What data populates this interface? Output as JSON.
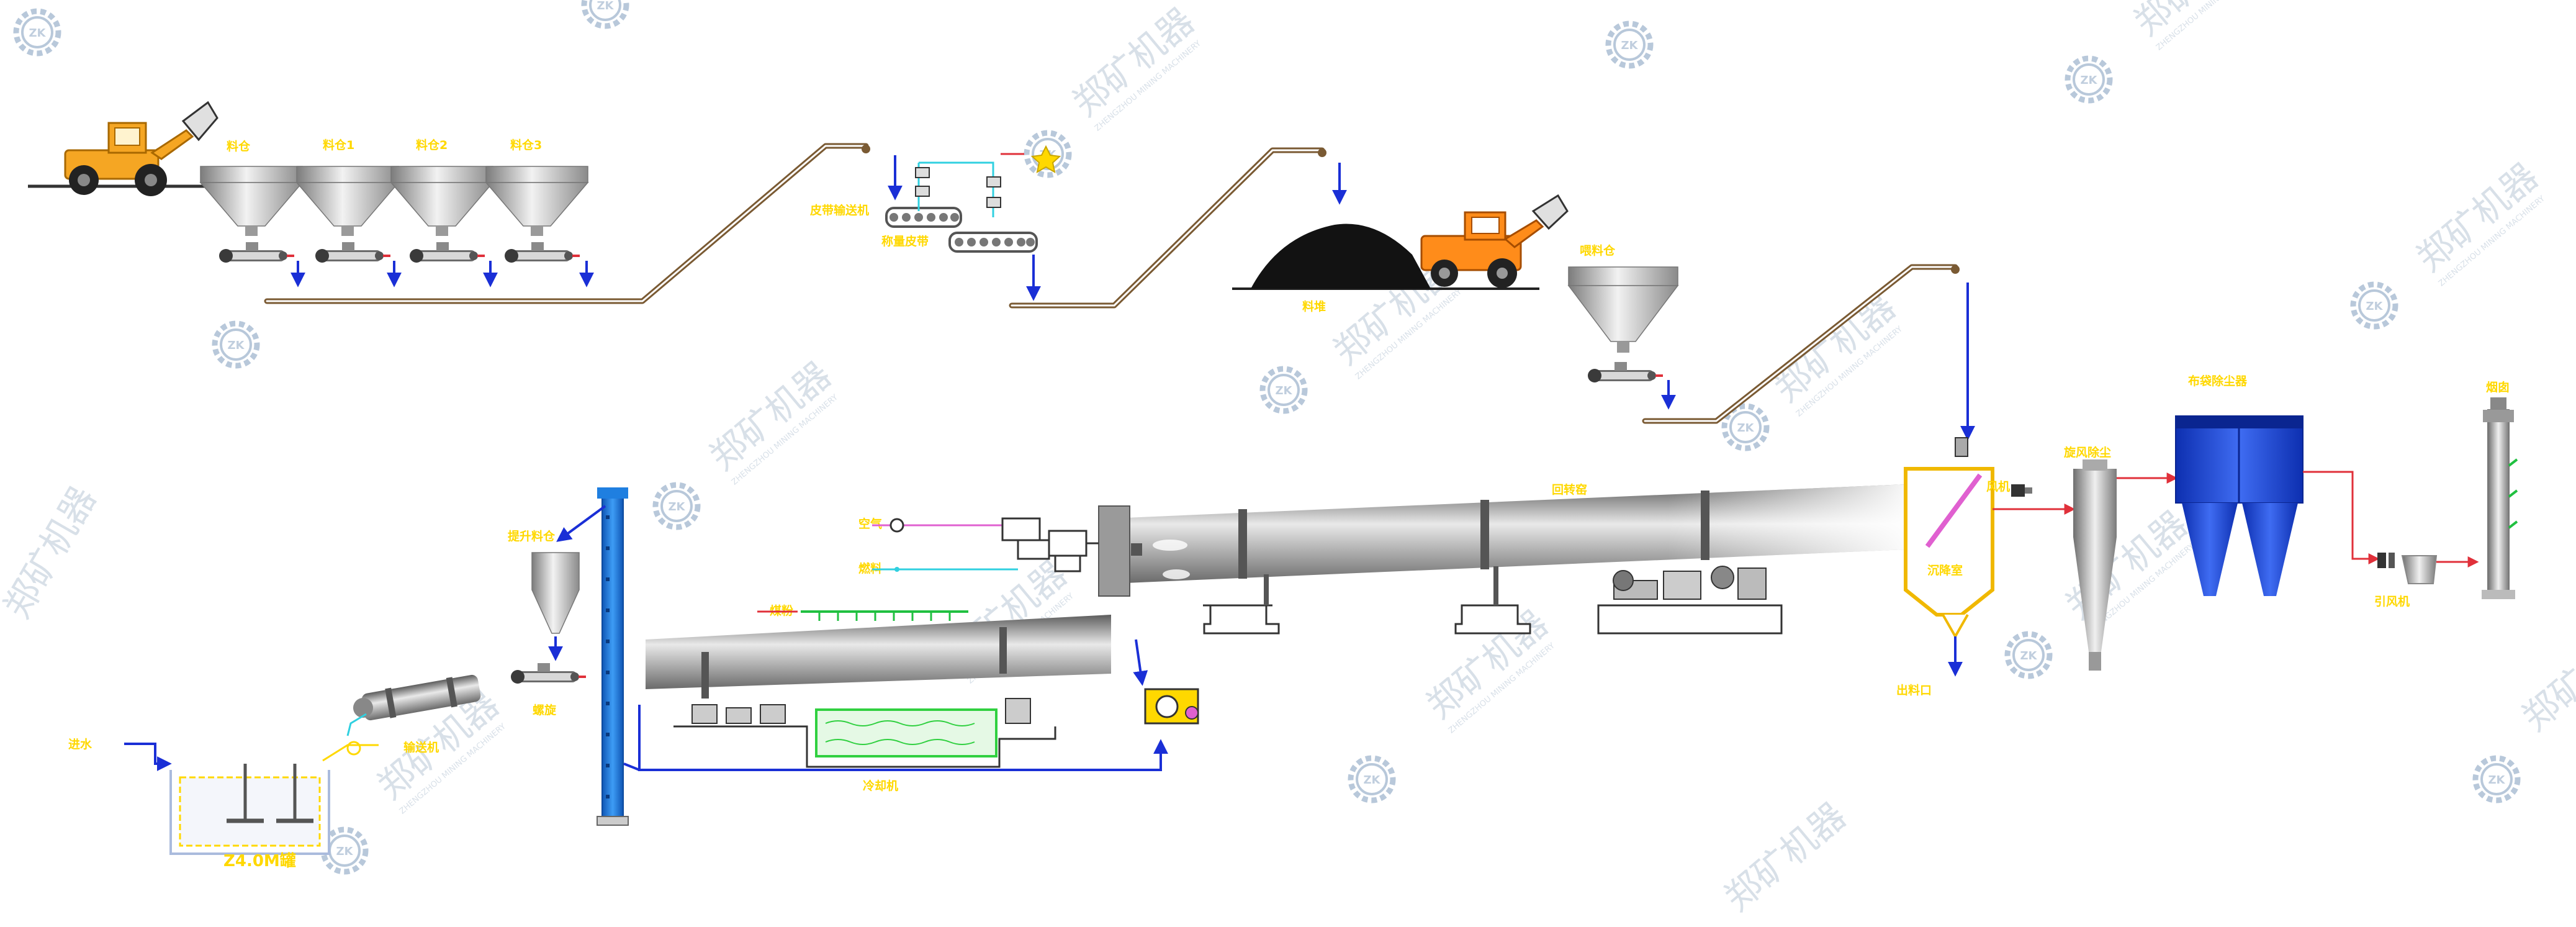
{
  "colors": {
    "label": "#ffd800",
    "flow_blue": "#1a2fd6",
    "gas_red": "#e0303a",
    "water_green": "#20c040",
    "belt_brown": "#7a5a33",
    "elevator_blue": "#1f7fe0",
    "loader_orange": "#f5a623",
    "truck_orange": "#ff8c1a",
    "chamber_gold": "#f0b800",
    "cooler_green": "#30d040",
    "collector_blue": "#1540d8"
  },
  "labels": {
    "hopper_0": "料仓",
    "hopper_1": "料仓1",
    "hopper_2": "料仓2",
    "hopper_3": "料仓3",
    "belt_1": "皮带输送机",
    "weigh_belt": "称量皮带",
    "pile": "料堆",
    "feed_hopper": "喂料仓",
    "rotary_kiln": "回转窑",
    "dust_chamber": "沉降室",
    "chamber_out": "出料口",
    "cyclone": "旋风除尘",
    "bag_filter": "布袋除尘器",
    "fan": "风机",
    "exhaust_fan": "引风机",
    "chimney": "烟囱",
    "air": "空气",
    "fuel": "燃料",
    "coal": "煤粉",
    "cooler": "冷却机",
    "elevator_hopper": "提升料仓",
    "screw": "螺旋",
    "conveyor": "输送机",
    "tank_label": "Z4.0M罐",
    "water_in": "进水"
  },
  "watermark": {
    "brand": "郑矿机器",
    "sub": "ZHENGZHOU MINING MACHINERY",
    "logo": "ZK"
  },
  "icons": [
    "loader-icon",
    "truck-icon",
    "gear-logo-icon",
    "screw-feeder-icon",
    "fan-icon",
    "motor-icon"
  ]
}
